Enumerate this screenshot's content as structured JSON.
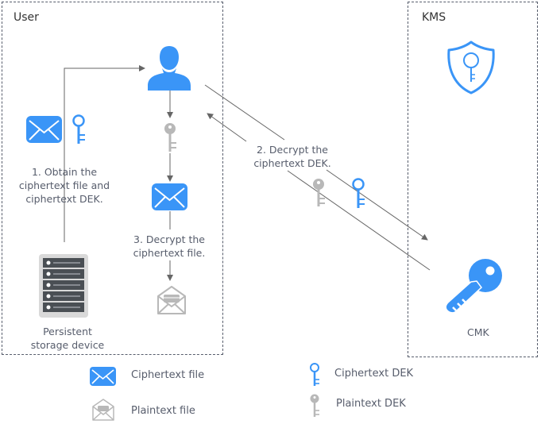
{
  "colors": {
    "accent_blue": "#3a95f7",
    "plain_gray": "#b8b8b8",
    "line_gray": "#666666",
    "storage_dark": "#4a4f54",
    "storage_bg": "#d9d9d9"
  },
  "zones": {
    "user": {
      "title": "User"
    },
    "kms": {
      "title": "KMS"
    }
  },
  "steps": {
    "step1": {
      "lines": [
        "1. Obtain the",
        "ciphertext file and",
        "ciphertext DEK."
      ]
    },
    "step2": {
      "lines": [
        "2. Decrypt the",
        "ciphertext DEK."
      ]
    },
    "step3": {
      "lines": [
        "3. Decrypt the",
        "ciphertext file."
      ]
    }
  },
  "nodes": {
    "storage": {
      "lines": [
        "Persistent",
        "storage device"
      ],
      "icon": "server-icon"
    },
    "user": {
      "icon": "user-icon"
    },
    "kms": {
      "icon": "shield-key-icon"
    },
    "cmk": {
      "label": "CMK",
      "icon": "key-icon"
    }
  },
  "legend": [
    {
      "label": "Ciphertext file",
      "icon": "ciphertext-file-icon"
    },
    {
      "label": "Plaintext file",
      "icon": "plaintext-file-icon"
    },
    {
      "label": "Ciphertext DEK",
      "icon": "ciphertext-dek-icon"
    },
    {
      "label": "Plaintext DEK",
      "icon": "plaintext-dek-icon"
    }
  ]
}
